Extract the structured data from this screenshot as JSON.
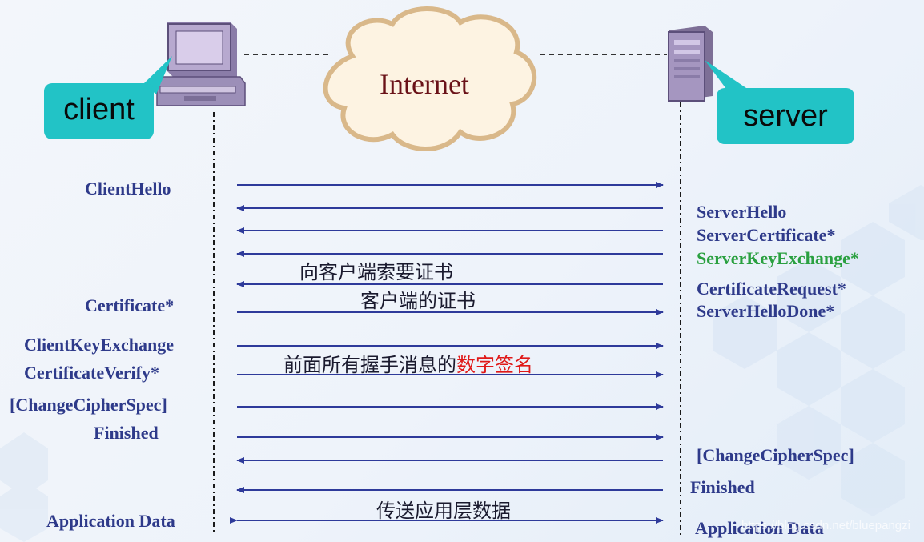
{
  "labels": {
    "internet": "Internet",
    "client": "client",
    "server": "server"
  },
  "client_messages": {
    "client_hello": "ClientHello",
    "certificate": "Certificate*",
    "client_key_exchange": "ClientKeyExchange",
    "certificate_verify": "CertificateVerify*",
    "change_cipher_spec": "[ChangeCipherSpec]",
    "finished": "Finished",
    "application_data": "Application Data"
  },
  "server_messages": {
    "server_hello": "ServerHello",
    "server_certificate": "ServerCertificate*",
    "server_key_exchange": "ServerKeyExchange*",
    "certificate_request": "CertificateRequest*",
    "server_hello_done": "ServerHelloDone*",
    "change_cipher_spec": "[ChangeCipherSpec]",
    "finished": "Finished",
    "application_data": "Application Data"
  },
  "annotations": {
    "request_client_cert": "向客户端索要证书",
    "client_cert": "客户端的证书",
    "signature_prefix": "前面所有握手消息的",
    "signature_highlight": "数字签名",
    "transfer_app_data": "传送应用层数据"
  },
  "watermark": "https://blog.csdn.net/bluepangzi",
  "colors": {
    "message_text": "#2e3a8a",
    "arrow": "#2e3a9a",
    "bubble_fill": "#22c3c6",
    "cloud_fill": "#fdf3e2",
    "cloud_stroke": "#d9b88a",
    "highlight_red": "#e01818",
    "highlight_green": "#2aa040",
    "internet_text": "#6a1218"
  },
  "icons": {
    "client": "desktop-computer-icon",
    "server": "server-tower-icon",
    "network": "cloud-icon"
  }
}
